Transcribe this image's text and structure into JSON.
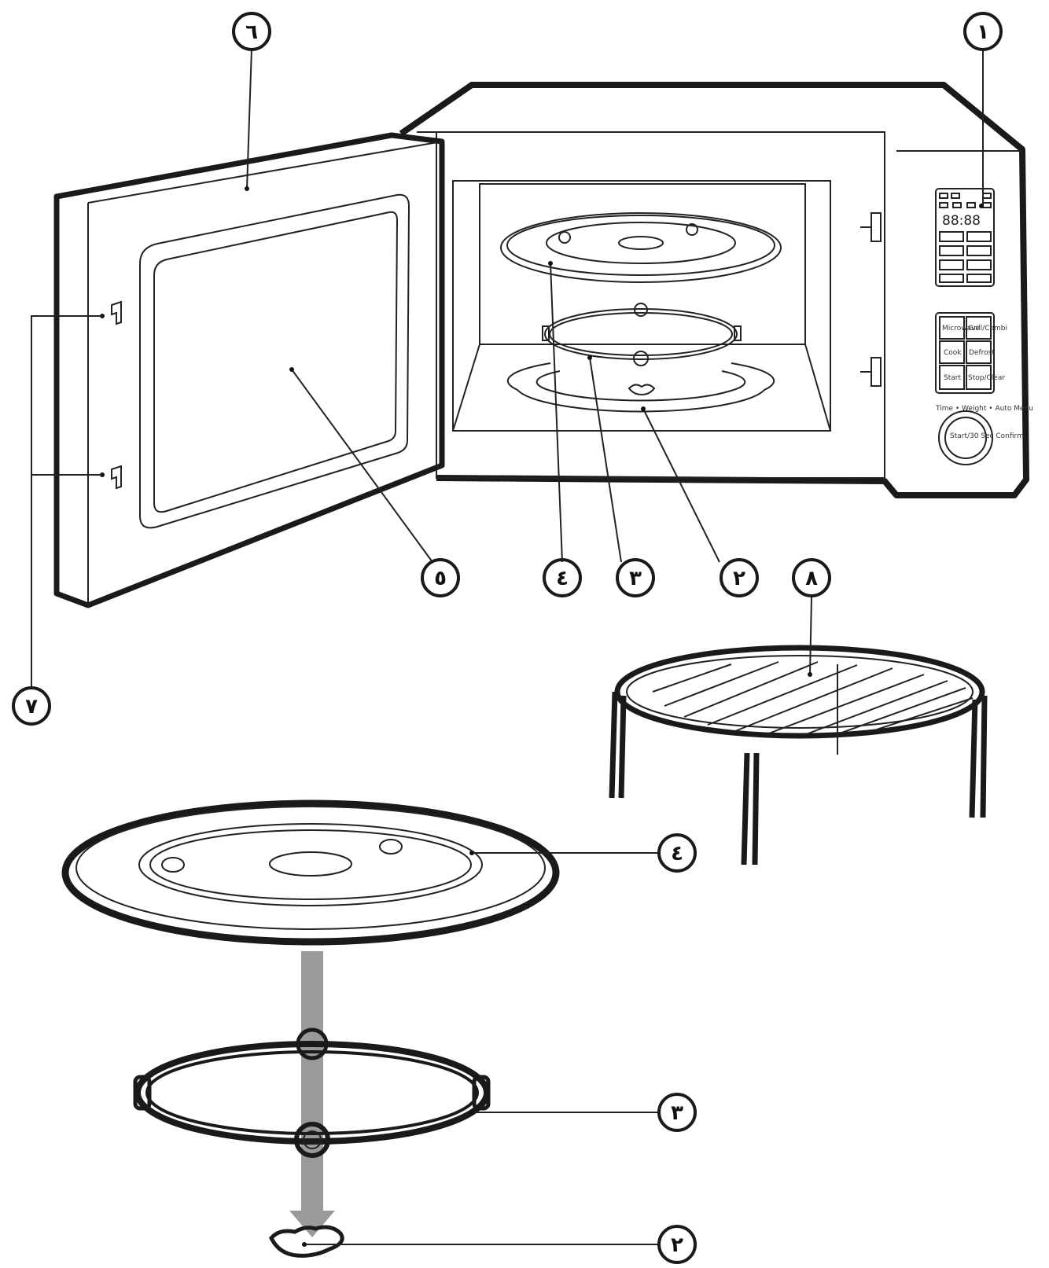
{
  "colors": {
    "ink": "#1a1a1a",
    "arrow": "#9a9a9a",
    "background": "#ffffff"
  },
  "callouts": [
    {
      "id": "c1",
      "label": "١"
    },
    {
      "id": "c2",
      "label": "٢"
    },
    {
      "id": "c3",
      "label": "٣"
    },
    {
      "id": "c4",
      "label": "٤"
    },
    {
      "id": "c5",
      "label": "٥"
    },
    {
      "id": "c6",
      "label": "٦"
    },
    {
      "id": "c7",
      "label": "٧"
    },
    {
      "id": "c8",
      "label": "٨"
    },
    {
      "id": "c4b",
      "label": "٤"
    },
    {
      "id": "c3b",
      "label": "٣"
    },
    {
      "id": "c2b",
      "label": "٢"
    }
  ],
  "control_panel": {
    "display": "88:88",
    "buttons": [
      "Microwave",
      "Grill/Combi",
      "Cook",
      "Defrost",
      "Start",
      "Stop/Clear"
    ],
    "dial_label": "Start/30 Sec Confirm",
    "dial_ring_text": "Time • Weight • Auto Menu"
  }
}
